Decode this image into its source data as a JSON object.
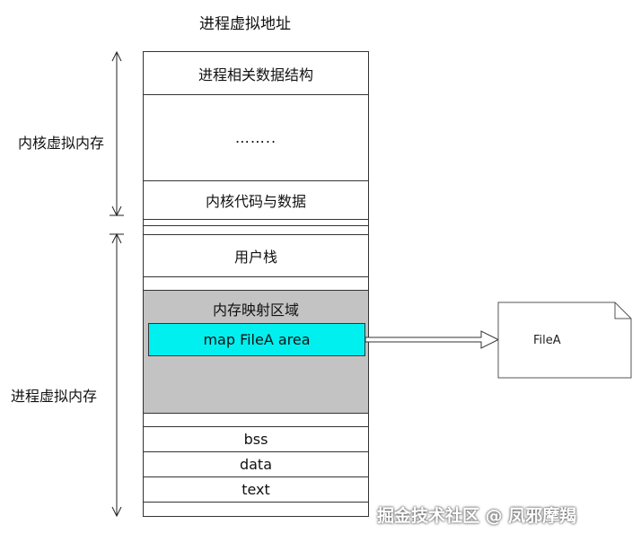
{
  "title": "进程虚拟地址",
  "side_labels": {
    "kernel": "内核虚拟内存",
    "process": "进程虚拟内存"
  },
  "segments": {
    "process_struct": "进程相关数据结构",
    "ellipsis": "……..",
    "kernel_code": "内核代码与数据",
    "user_stack": "用户栈",
    "mmap_region": "内存映射区域",
    "bss": "bss",
    "data": "data",
    "text": "text"
  },
  "map_area": "map FileA area",
  "file": "FileA",
  "watermark": "掘金技术社区 @ 凤邪摩羯",
  "colors": {
    "mmap_region": "#c3c3c3",
    "map_area": "#00f0f0",
    "border": "#333333"
  }
}
